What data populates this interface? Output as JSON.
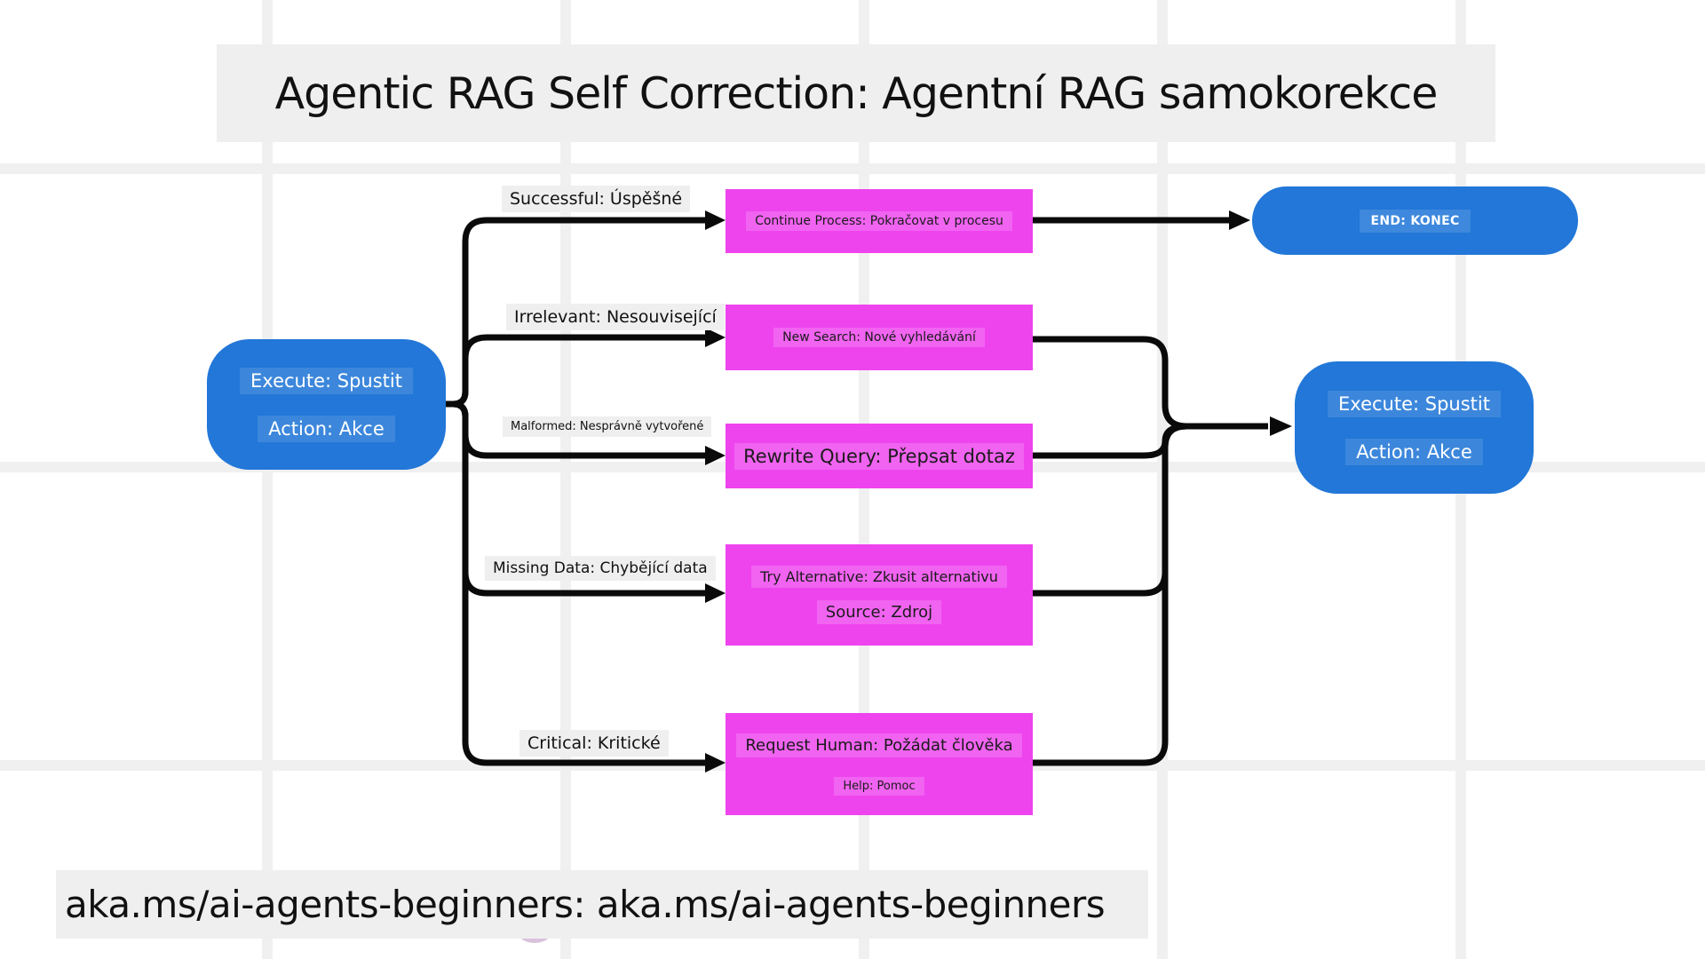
{
  "title": "Agentic RAG Self Correction: Agentní RAG samokorekce",
  "footer": "aka.ms/ai-agents-beginners: aka.ms/ai-agents-beginners",
  "nodes": {
    "start": {
      "line1": "Execute: Spustit",
      "line2": "Action: Akce"
    },
    "end": {
      "label": "END: KONEC"
    },
    "execute": {
      "line1": "Execute: Spustit",
      "line2": "Action: Akce"
    }
  },
  "branches": [
    {
      "label": "Successful: Úspěšné",
      "box_lines": [
        "Continue Process: Pokračovat v procesu"
      ]
    },
    {
      "label": "Irrelevant: Nesouvisející",
      "box_lines": [
        "New Search: Nové vyhledávání"
      ]
    },
    {
      "label": "Malformed: Nesprávně vytvořené",
      "box_lines": [
        "Rewrite Query: Přepsat dotaz"
      ]
    },
    {
      "label": "Missing Data: Chybějící data",
      "box_lines": [
        "Try Alternative: Zkusit alternativu",
        "Source: Zdroj"
      ]
    },
    {
      "label": "Critical: Kritické",
      "box_lines": [
        "Request Human: Požádat člověka",
        "Help: Pomoc"
      ]
    }
  ],
  "colors": {
    "node_blue": "#2277d8",
    "action_magenta": "#ee44ee",
    "banner_gray": "#efefef",
    "connector_black": "#0a0a0a"
  }
}
